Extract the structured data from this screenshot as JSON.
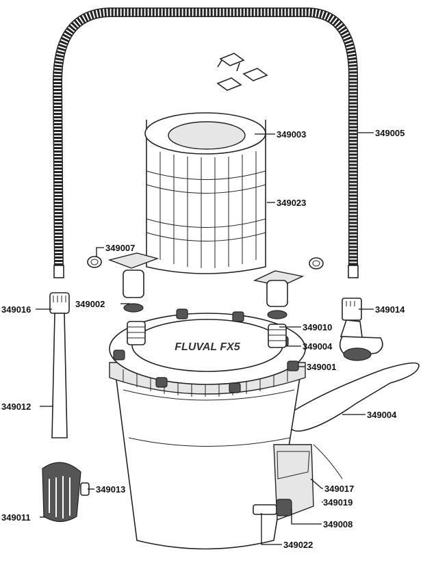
{
  "diagram": {
    "brand_mark": "FLUVAL FX5",
    "part_labels": [
      {
        "id": "p349003",
        "text": "349003"
      },
      {
        "id": "p349005",
        "text": "349005"
      },
      {
        "id": "p349023",
        "text": "349023"
      },
      {
        "id": "p349007",
        "text": "349007"
      },
      {
        "id": "p349002",
        "text": "349002"
      },
      {
        "id": "p349016",
        "text": "349016"
      },
      {
        "id": "p349014",
        "text": "349014"
      },
      {
        "id": "p349010",
        "text": "349010"
      },
      {
        "id": "p349004a",
        "text": "349004"
      },
      {
        "id": "p349001",
        "text": "349001"
      },
      {
        "id": "p349012",
        "text": "349012"
      },
      {
        "id": "p349004b",
        "text": "349004"
      },
      {
        "id": "p349013",
        "text": "349013"
      },
      {
        "id": "p349017",
        "text": "349017"
      },
      {
        "id": "p349019",
        "text": "349019"
      },
      {
        "id": "p349011",
        "text": "349011"
      },
      {
        "id": "p349008",
        "text": "349008"
      },
      {
        "id": "p349022",
        "text": "349022"
      }
    ]
  }
}
